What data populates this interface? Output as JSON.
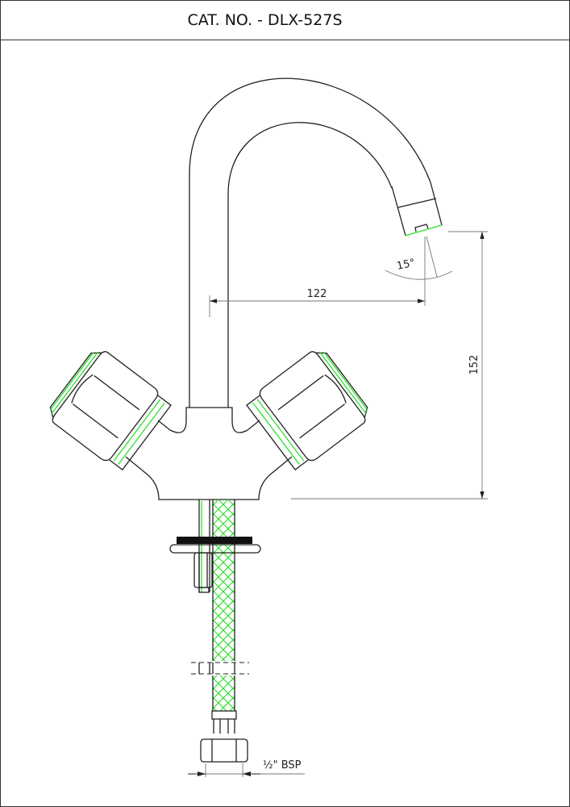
{
  "header": {
    "title": "CAT. NO. - DLX-527S"
  },
  "dimensions": {
    "reach": "122",
    "height": "152",
    "angle": "15°",
    "connection": "½\" BSP"
  },
  "colors": {
    "line": "#222222",
    "highlight": "#22dd22",
    "dimension": "#777777"
  }
}
